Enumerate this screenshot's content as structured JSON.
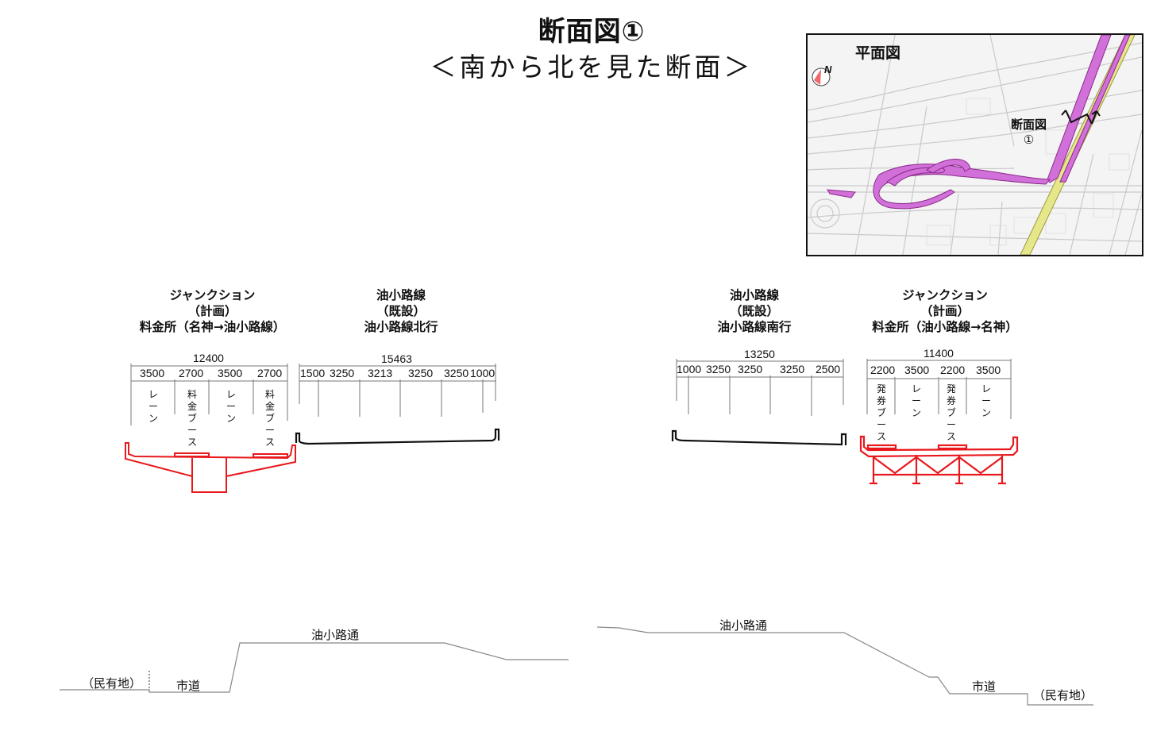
{
  "header": {
    "title": "断面図①",
    "subtitle": "＜南から北を見た断面＞"
  },
  "plan_map": {
    "title": "平面図",
    "section_label_line1": "断面図",
    "section_label_line2": "①",
    "north_label": "N",
    "colors": {
      "junction": "#d070d8",
      "existing": "#e6e68a",
      "north_fill": "#f06a6a"
    }
  },
  "sections": [
    {
      "id": "junction-toll-west",
      "header": [
        "ジャンクション",
        "（計画）",
        "料金所（名神→油小路線）"
      ],
      "total_width": "12400",
      "segments": [
        "3500",
        "2700",
        "3500",
        "2700"
      ],
      "segment_labels": [
        "レーン",
        "料金ブース",
        "レーン",
        "料金ブース"
      ],
      "color": "#e8181c",
      "status": "計画"
    },
    {
      "id": "aburakoji-northbound",
      "header": [
        "油小路線",
        "（既設）",
        "油小路線北行"
      ],
      "total_width": "15463",
      "segments": [
        "1500",
        "3250",
        "3213",
        "3250",
        "3250",
        "1000"
      ],
      "color": "#111111",
      "status": "既設"
    },
    {
      "id": "aburakoji-southbound",
      "header": [
        "油小路線",
        "（既設）",
        "油小路線南行"
      ],
      "total_width": "13250",
      "segments": [
        "1000",
        "3250",
        "3250",
        "3250",
        "2500"
      ],
      "color": "#111111",
      "status": "既設"
    },
    {
      "id": "junction-toll-east",
      "header": [
        "ジャンクション",
        "（計画）",
        "料金所（油小路線→名神）"
      ],
      "total_width": "11400",
      "segments": [
        "2200",
        "3500",
        "2200",
        "3500"
      ],
      "segment_labels": [
        "発券ブース",
        "レーン",
        "発券ブース",
        "レーン"
      ],
      "color": "#e8181c",
      "status": "計画"
    }
  ],
  "ground": {
    "left": {
      "private_land": "（民有地）",
      "city_road": "市道",
      "street": "油小路通"
    },
    "right": {
      "private_land": "（民有地）",
      "city_road": "市道",
      "street": "油小路通"
    }
  }
}
